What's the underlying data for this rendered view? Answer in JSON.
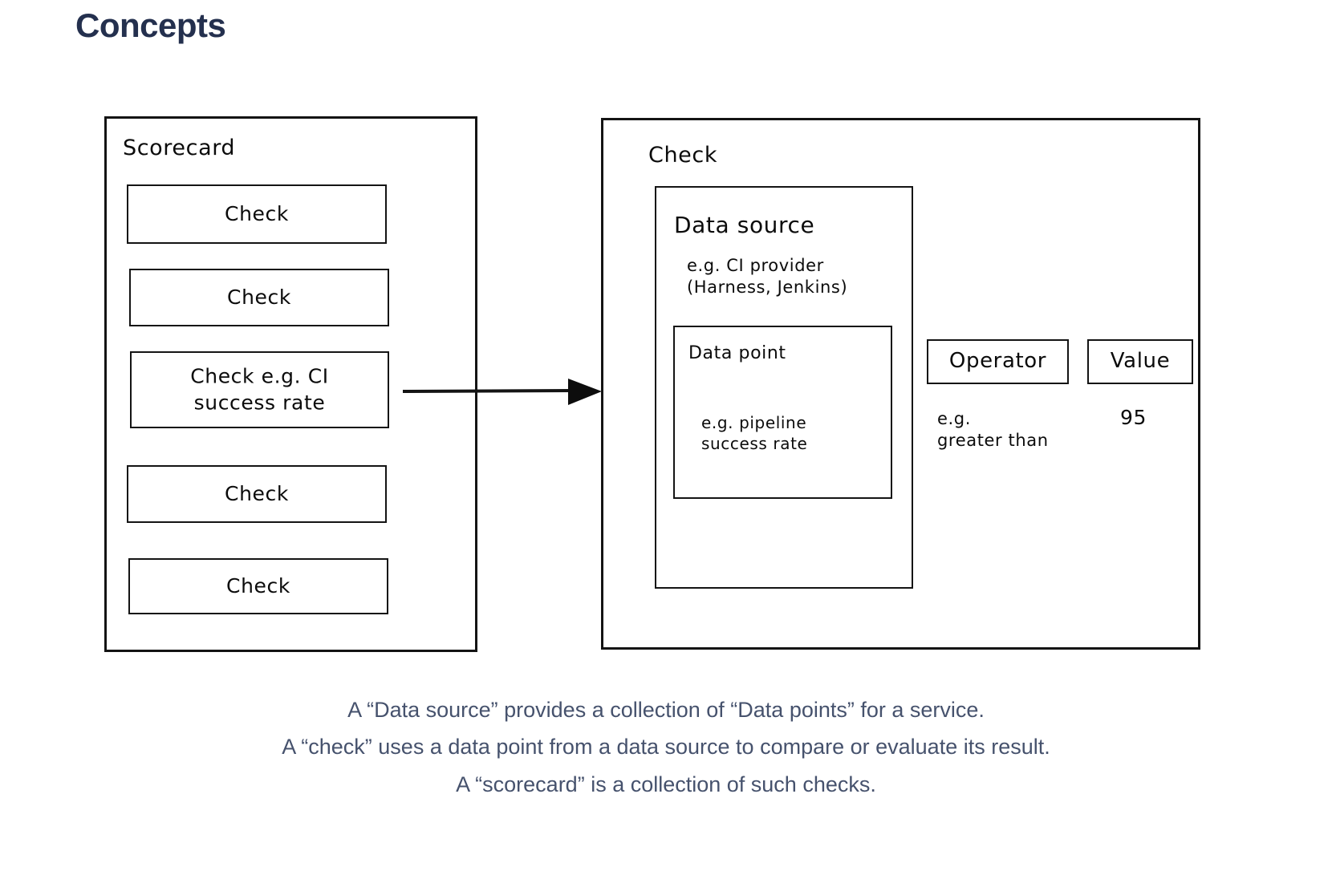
{
  "page": {
    "title": "Concepts",
    "title_color": "#24304e",
    "background": "#ffffff",
    "stroke_color": "#141414"
  },
  "scorecard": {
    "label": "Scorecard",
    "checks": [
      {
        "label": "Check"
      },
      {
        "label": "Check"
      },
      {
        "label": "Check e.g. CI\nsuccess rate"
      },
      {
        "label": "Check"
      },
      {
        "label": "Check"
      }
    ]
  },
  "check_detail": {
    "label": "Check",
    "data_source": {
      "label": "Data source",
      "example": "e.g. CI provider\n(Harness, Jenkins)",
      "data_point": {
        "label": "Data point",
        "example": "e.g. pipeline\nsuccess rate"
      }
    },
    "operator": {
      "label": "Operator",
      "example": "e.g.\ngreater than"
    },
    "value": {
      "label": "Value",
      "example": "95"
    }
  },
  "connector": {
    "name": "arrow-scorecard-to-check"
  },
  "caption": {
    "lines": [
      "A “Data source” provides a collection of “Data points” for a service.",
      "A “check” uses a data point from a data source to compare or evaluate its result.",
      "A “scorecard” is a collection of such checks."
    ],
    "color": "#46526d"
  }
}
